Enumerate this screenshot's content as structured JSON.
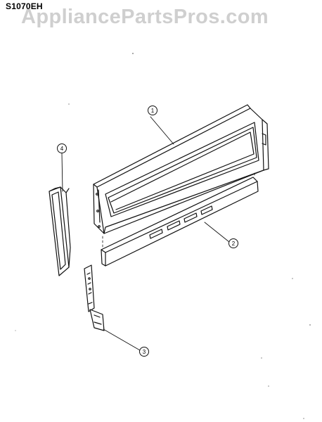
{
  "header": {
    "model_number": "S1070EH",
    "watermark": "AppliancePartsPros.com"
  },
  "diagram": {
    "callouts": [
      {
        "number": "1",
        "part": "control-panel-backguard"
      },
      {
        "number": "2",
        "part": "lower-trim-panel"
      },
      {
        "number": "3",
        "part": "mounting-bracket"
      },
      {
        "number": "4",
        "part": "end-cap"
      }
    ]
  }
}
